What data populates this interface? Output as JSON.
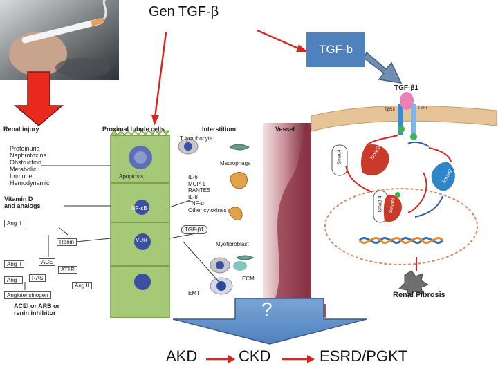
{
  "title": "Gen TGF-β",
  "tgf_box": "TGF-b",
  "question": "?",
  "progression": [
    "AKD",
    "CKD",
    "ESRD/PGKT"
  ],
  "panel_left": {
    "headers": [
      "Renal injury",
      "Proximal tubule cells",
      "Interstitium",
      "Vessel"
    ],
    "injury_causes": [
      "Proteinuria",
      "Nephrotoxins",
      "Obstruction",
      "Metabolic",
      "Immune",
      "Hemodynamic"
    ],
    "vitamin": "Vitamin D",
    "vitamin2": "and analogs",
    "labels": {
      "apoptosis": "Apoptosis",
      "nfkb": "NF-κB",
      "vdr": "VDR",
      "renin": "Renin",
      "ang2_a": "Ang II",
      "ang2_b": "Ang II",
      "ang2_c": "Ang II",
      "ang1": "Ang I",
      "ace": "ACE",
      "at1r": "AT1R",
      "ras": "RAS",
      "angiotensinogen": "Angiotensinogen",
      "acei1": "ACEI or ARB or",
      "acei2": "renin inhibitor",
      "tlymph": "T lymphocyte",
      "macrophage": "Macrophage",
      "tgfb1": "TGF-β1",
      "myofib": "Myofibroblast",
      "ecm": "ECM",
      "emt": "EMT"
    },
    "cytokines": [
      "IL-6",
      "MCP-1",
      "RANTES",
      "IL-8",
      "TNF-α",
      "Other cytokines"
    ]
  },
  "panel_right": {
    "tgf": "TGF-β1",
    "tbr2": "TβRII",
    "tbr1": "TβRI",
    "smad4": "Smad4",
    "smad3": "Smad3",
    "smad2": "Smad2",
    "smad4b": "Smad 4",
    "smad3b": "Smad3",
    "fibrosis": "Renal Fibrosis"
  },
  "colors": {
    "box_blue": "#4f81bd",
    "red_arrow": "#e8291c",
    "red_line": "#d8261f",
    "panel_green": "#9cc46a",
    "smad_red": "#c93a2a",
    "smad_blue": "#2e86c8"
  }
}
